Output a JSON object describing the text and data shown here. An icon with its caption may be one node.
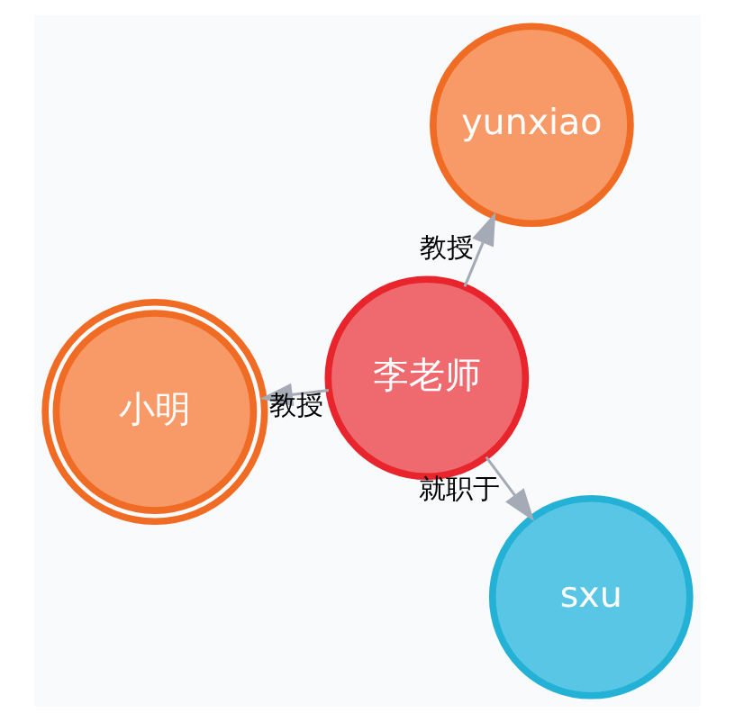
{
  "diagram": {
    "nodes": [
      {
        "text": [
          "小明"
        ]
      },
      {
        "text": [
          "李老师"
        ]
      },
      {
        "text": [
          "sxu"
        ]
      },
      {
        "text": [
          "yunxiao"
        ]
      }
    ],
    "edges": [
      {
        "from": 1,
        "to": 0,
        "arrow": "to",
        "label": "教授"
      },
      {
        "from": 1,
        "to": 2,
        "arrow": "to",
        "label": "就职于"
      },
      {
        "from": 1,
        "to": 3,
        "arrow": "to",
        "label": "教授"
      }
    ]
  }
}
